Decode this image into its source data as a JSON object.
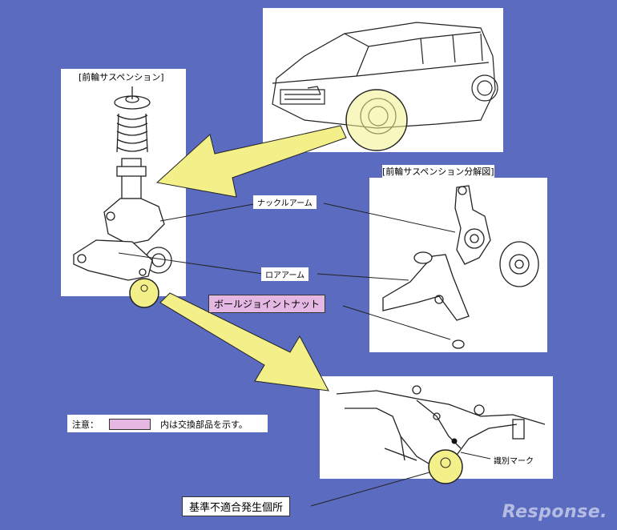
{
  "labels": {
    "front_suspension": "[前輪サスペンション]",
    "exploded_view": "[前輪サスペンション分解図]",
    "knuckle_arm": "ナックルアーム",
    "lower_arm": "ロアアーム",
    "ball_joint_nut": "ボールジョイントナット",
    "id_mark": "識別マーク",
    "defect_location": "基準不適合発生個所"
  },
  "note": {
    "prefix": "注意：",
    "suffix": "内は交換部品を示す。"
  },
  "watermark": "Response.",
  "colors": {
    "background": "#5b6bc0",
    "highlight_yellow": "#f3f08a",
    "replacement_part": "#e4b8e2",
    "panel": "#ffffff"
  }
}
